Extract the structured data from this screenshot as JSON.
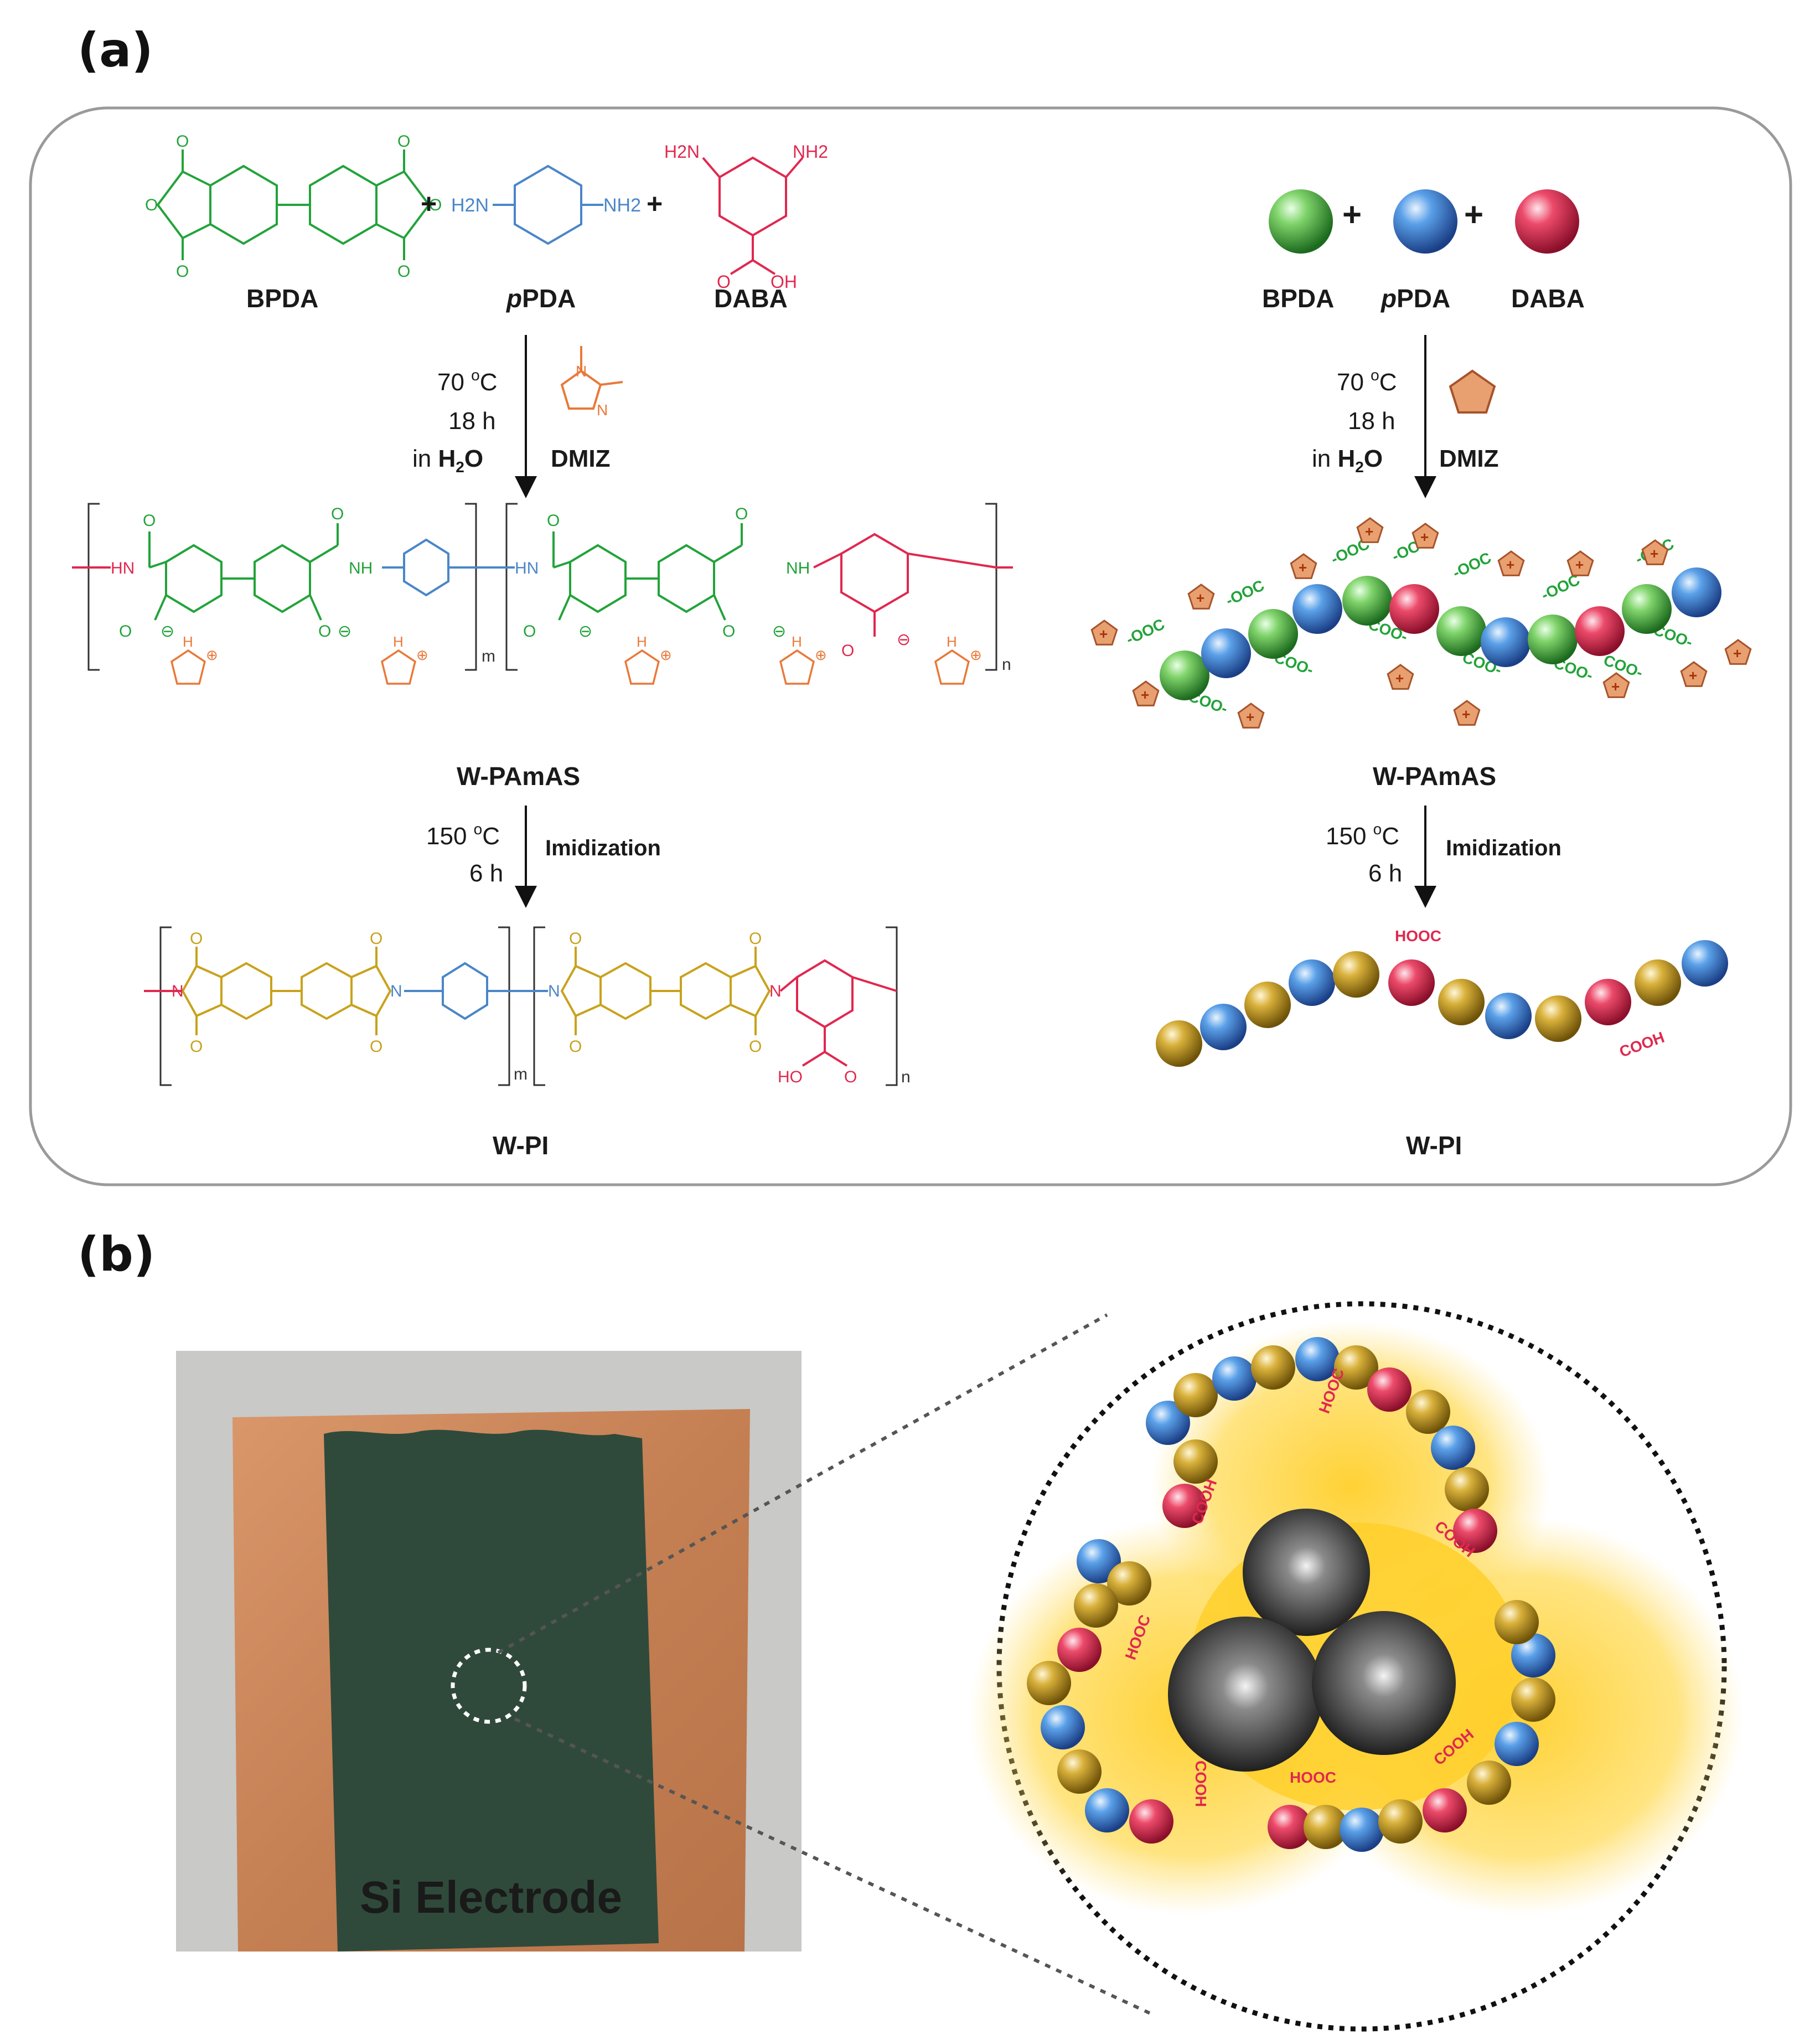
{
  "panels": {
    "a": {
      "label": "(a)"
    },
    "b": {
      "label": "(b)"
    }
  },
  "monomers": {
    "bpda": "BPDA",
    "ppda_italic": "p",
    "ppda_rest": "PDA",
    "daba": "DABA",
    "plus": "+"
  },
  "step1": {
    "temp": "70 ",
    "deg": "o",
    "unit": "C",
    "time": "18 h",
    "solvent_in": "in ",
    "solvent_h": "H",
    "solvent_sub": "2",
    "solvent_o": "O",
    "reagent": "DMIZ"
  },
  "step2": {
    "temp": "150 ",
    "deg": "o",
    "unit": "C",
    "time": "6 h",
    "process": "Imidization"
  },
  "products": {
    "intermediate": "W-PAmAS",
    "final": "W-PI"
  },
  "structure_text": {
    "o": "O",
    "hn": "HN",
    "nh": "NH",
    "n": "N",
    "h": "H",
    "h2n": "H2N",
    "nh2": "NH2",
    "oh": "OH",
    "ho": "HO",
    "sub_m": "m",
    "sub_n": "n",
    "minus": "⊖",
    "plusc": "⊕"
  },
  "cartoon_text": {
    "ooc_left": "-OOC",
    "coo_right": "COO-",
    "hooc": "HOOC",
    "cooh": "COOH"
  },
  "electrode": {
    "caption": "Si Electrode"
  },
  "colors": {
    "bpda": "#22a33a",
    "ppda": "#4a86c8",
    "daba": "#e0284f",
    "dmiz": "#e8793a",
    "imide": "#c8a21c",
    "copper": "#c98a5c",
    "coating": "#2e4a3a",
    "glow": "#ffd23a"
  }
}
